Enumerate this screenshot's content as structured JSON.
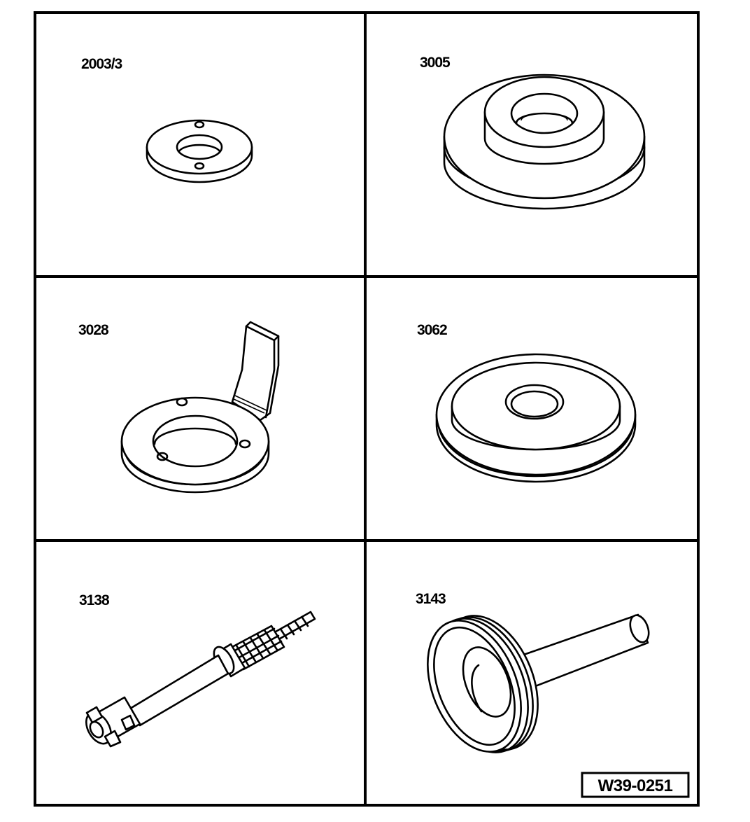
{
  "tools": [
    {
      "id": "2003/3",
      "icon": "thin-ring-disc-icon"
    },
    {
      "id": "3005",
      "icon": "stepped-thrust-plate-icon"
    },
    {
      "id": "3028",
      "icon": "ring-with-handle-icon"
    },
    {
      "id": "3062",
      "icon": "flat-stepped-disc-icon"
    },
    {
      "id": "3138",
      "icon": "threaded-rod-puller-icon"
    },
    {
      "id": "3143",
      "icon": "driver-cup-with-shaft-icon"
    }
  ],
  "reference": "W39-0251",
  "colors": {
    "line": "#000000",
    "background": "#ffffff"
  }
}
